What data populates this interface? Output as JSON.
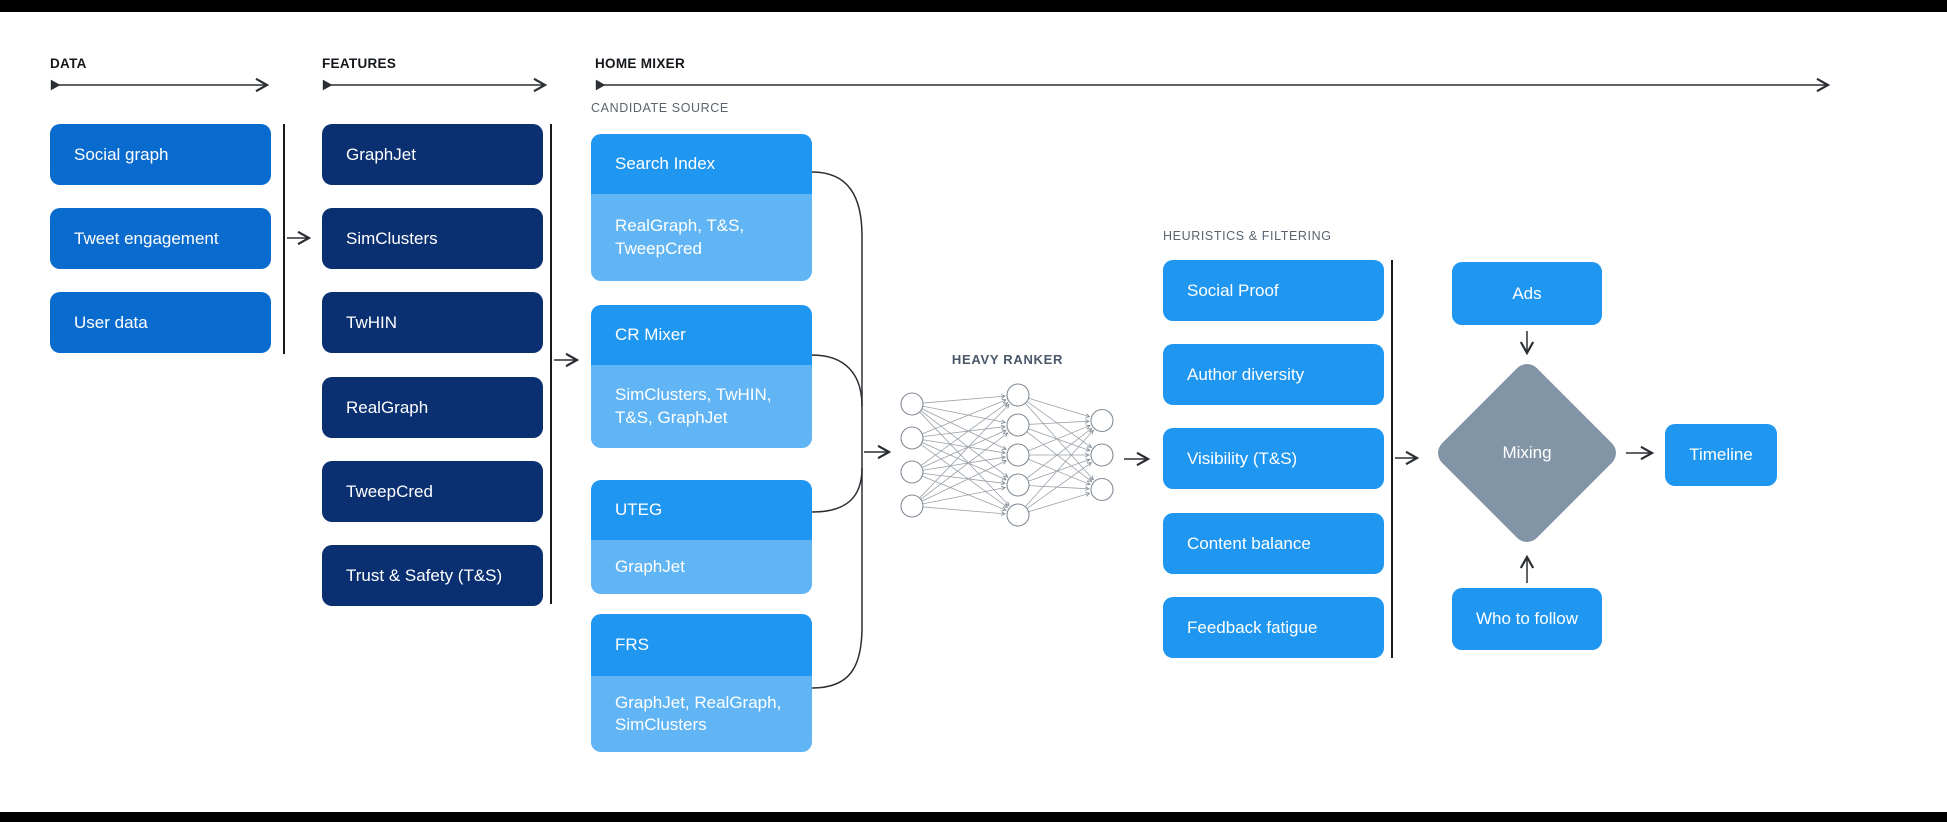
{
  "colors": {
    "data_box_blue": "#0a6bce",
    "feature_box_navy": "#0b3071",
    "candidate_header_blue": "#1f96f0",
    "candidate_sub_blue": "#61b5f4",
    "filter_box_blue": "#1f96f0",
    "mixing_diamond_gray": "#8295a7",
    "connector_dark": "#2b2f33",
    "section_label_dark": "#14181c",
    "sub_label_gray": "#59646e"
  },
  "columns": {
    "data": {
      "title": "DATA",
      "boxes": [
        "Social graph",
        "Tweet engagement",
        "User data"
      ]
    },
    "features": {
      "title": "FEATURES",
      "boxes": [
        "GraphJet",
        "SimClusters",
        "TwHIN",
        "RealGraph",
        "TweepCred",
        "Trust & Safety (T&S)"
      ]
    }
  },
  "mixer": {
    "title": "HOME MIXER",
    "candidate_sources": {
      "label": "CANDIDATE SOURCE",
      "items": [
        {
          "title": "Search Index",
          "sources": "RealGraph, T&S, TweepCred"
        },
        {
          "title": "CR Mixer",
          "sources": "SimClusters, TwHIN, T&S, GraphJet"
        },
        {
          "title": "UTEG",
          "sources": "GraphJet"
        },
        {
          "title": "FRS",
          "sources": "GraphJet, RealGraph, SimClusters"
        }
      ]
    },
    "heavy_ranker": {
      "label": "HEAVY RANKER",
      "layers": [
        4,
        5,
        3
      ]
    },
    "heuristics": {
      "label": "HEURISTICS & FILTERING",
      "boxes": [
        "Social Proof",
        "Author diversity",
        "Visibility (T&S)",
        "Content balance",
        "Feedback fatigue"
      ]
    },
    "mixing": {
      "ads": "Ads",
      "label": "Mixing",
      "who_to_follow": "Who to follow",
      "timeline": "Timeline"
    }
  }
}
